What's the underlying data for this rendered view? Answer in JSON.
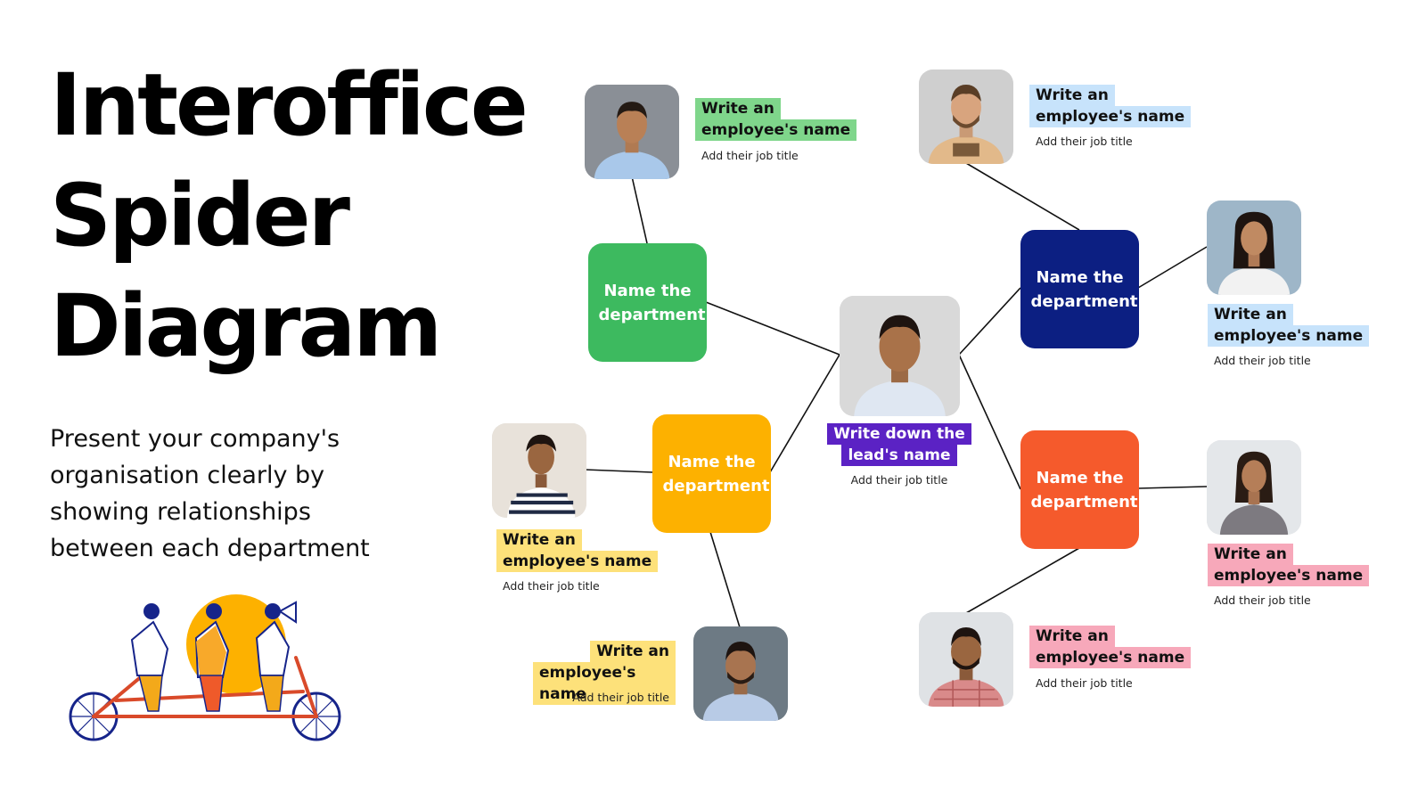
{
  "title": {
    "lines": [
      "Interoffice",
      "Spider",
      "Diagram"
    ]
  },
  "subtitle": {
    "lines": [
      "Present your company's",
      "organisation clearly by",
      "showing relationships",
      "between each department"
    ]
  },
  "colors": {
    "green": "#3dba5f",
    "navy": "#0c1f82",
    "amber": "#fdb100",
    "orange": "#f55a2c",
    "purple": "#5b22c4",
    "tag_green": "#7fd68b",
    "tag_blue": "#c7e3fb",
    "tag_yellow": "#fde17a",
    "tag_pink": "#f7a8ba"
  },
  "lead": {
    "name_lines": [
      "Write down the",
      "lead's name"
    ],
    "job": "Add their job title"
  },
  "departments": [
    {
      "label": "Name the department",
      "color": "#3dba5f"
    },
    {
      "label": "Name the department",
      "color": "#0c1f82"
    },
    {
      "label": "Name the department",
      "color": "#fdb100"
    },
    {
      "label": "Name the department",
      "color": "#f55a2c"
    }
  ],
  "employees": [
    {
      "name_lines": [
        "Write an",
        "employee's name"
      ],
      "job": "Add their job title"
    },
    {
      "name_lines": [
        "Write an",
        "employee's name"
      ],
      "job": "Add their job title"
    },
    {
      "name_lines": [
        "Write an",
        "employee's name"
      ],
      "job": "Add their job title"
    },
    {
      "name_lines": [
        "Write an",
        "employee's name"
      ],
      "job": "Add their job title"
    },
    {
      "name_lines": [
        "Write an",
        "employee's name"
      ],
      "job": "Add their job title"
    },
    {
      "name_lines": [
        "Write an",
        "employee's name"
      ],
      "job": "Add their job title"
    },
    {
      "name_lines": [
        "Write an",
        "employee's name"
      ],
      "job": "Add their job title"
    }
  ]
}
